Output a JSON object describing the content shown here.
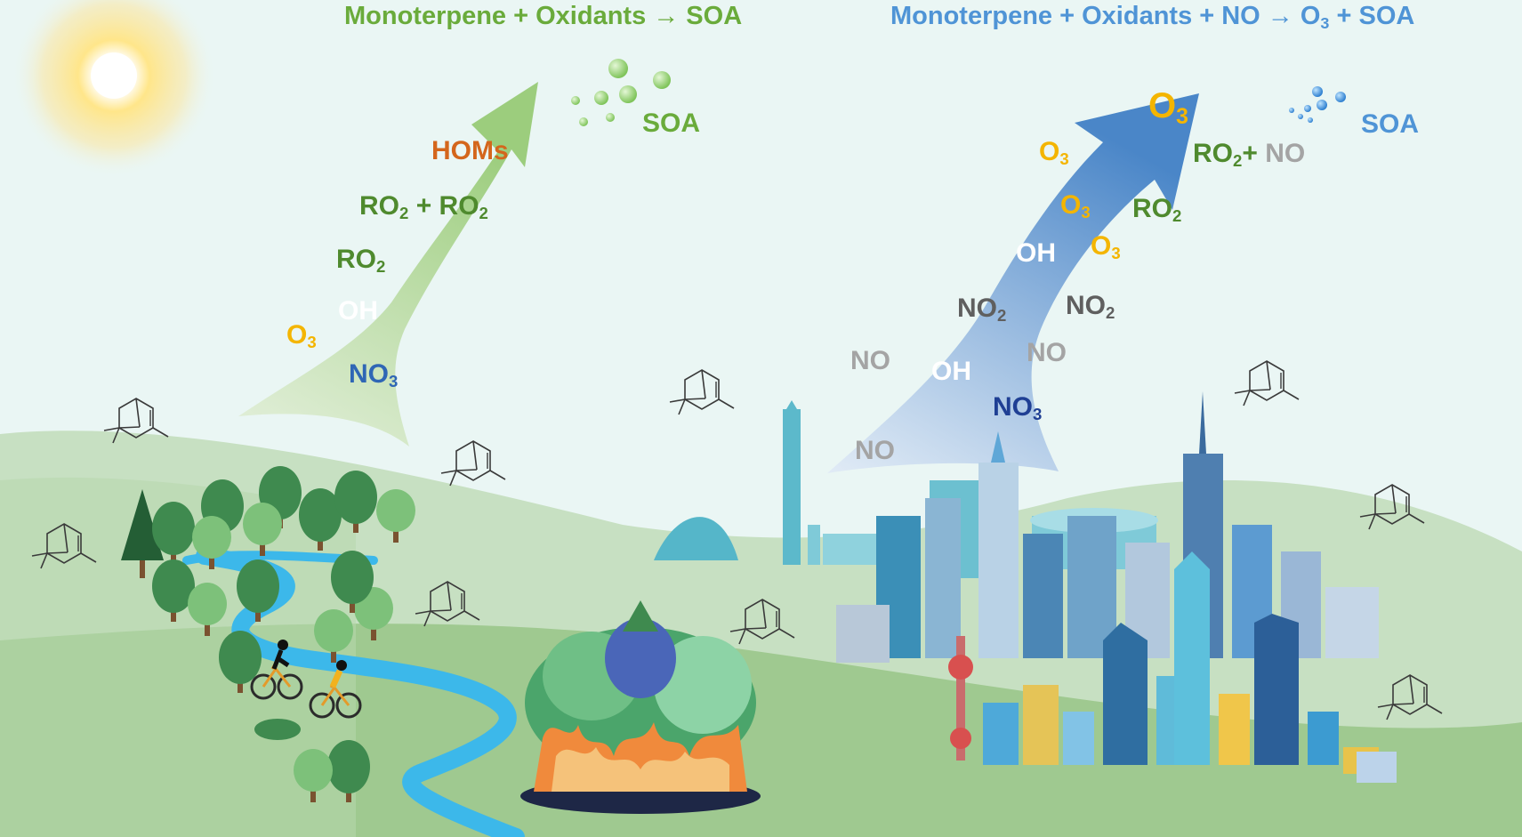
{
  "titles": {
    "left": "Monoterpene + Oxidants → SOA",
    "right_pre": "Monoterpene + Oxidants + NO → O",
    "right_sub": "3",
    "right_post": " + SOA"
  },
  "left_species": {
    "soa": "SOA",
    "homs": "HOMs",
    "ro2_pair_a": "RO",
    "ro2_pair_a_sub": "2",
    "ro2_pair_plus": "+ RO",
    "ro2_pair_b_sub": "2",
    "ro2": "RO",
    "ro2_sub": "2",
    "oh": "OH",
    "o3": "O",
    "o3_sub": "3",
    "no3": "NO",
    "no3_sub": "3"
  },
  "right_species": {
    "soa": "SOA",
    "o3_big": "O",
    "o3_big_sub": "3",
    "o3_a": "O",
    "o3_a_sub": "3",
    "o3_b": "O",
    "o3_b_sub": "3",
    "o3_c": "O",
    "o3_c_sub": "3",
    "ro2_no_a": "RO",
    "ro2_no_sub": "2",
    "ro2_no_plus": "+ ",
    "ro2_no_no": "NO",
    "ro2": "RO",
    "ro2_sub": "2",
    "oh_a": "OH",
    "oh_b": "OH",
    "no2_a": "NO",
    "no2_a_sub": "2",
    "no2_b": "NO",
    "no2_b_sub": "2",
    "no_a": "NO",
    "no_b": "NO",
    "no_c": "NO",
    "no3": "NO",
    "no3_sub": "3"
  },
  "colors": {
    "sky": "#eaf6f4",
    "hill_back": "#c5dfc0",
    "hill_front": "#9cc78d",
    "river": "#3cb8ea",
    "arrow_left": "#9fcf7f",
    "arrow_right": "#4a86c8",
    "title_green": "#6aab3b",
    "title_blue": "#4f94d6",
    "o3_yellow": "#f4b500",
    "homs_orange": "#d4661c",
    "ro2_green": "#4f8a2e",
    "no_gray": "#a4a4a4",
    "no2_gray": "#5f5f5f",
    "no3_navy": "#1f3f94"
  },
  "icons": [
    "sun-icon",
    "alpha-pinene-structure-icon",
    "forest-icon",
    "cyclist-icon",
    "wildfire-icon",
    "city-skyline-icon",
    "soa-particles-icon"
  ]
}
